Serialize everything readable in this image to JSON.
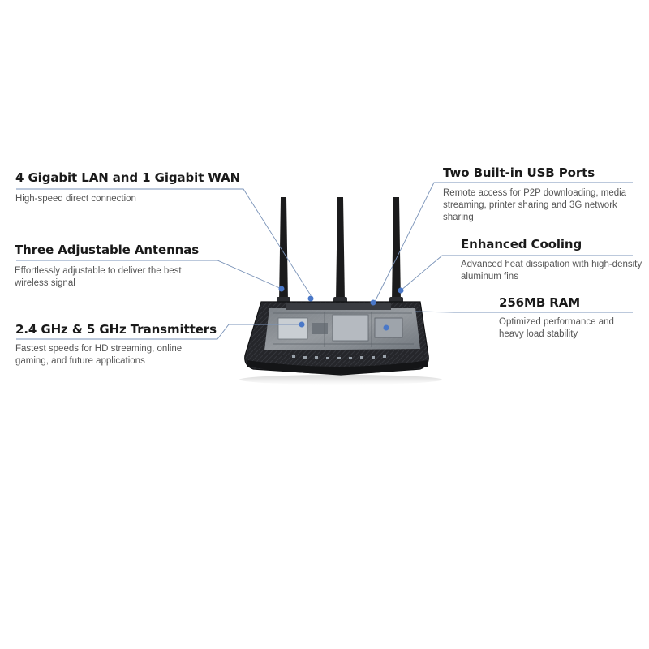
{
  "features": [
    {
      "id": "lan-wan",
      "title": "4 Gigabit LAN and 1 Gigabit WAN",
      "desc": "High-speed direct connection"
    },
    {
      "id": "antennas",
      "title": "Three Adjustable Antennas",
      "desc": "Effortlessly adjustable to deliver the best wireless signal"
    },
    {
      "id": "transmitters",
      "title": "2.4 GHz & 5 GHz Transmitters",
      "desc": "Fastest speeds for HD streaming, online gaming, and future applications"
    },
    {
      "id": "usb",
      "title": "Two Built-in USB Ports",
      "desc": "Remote access for P2P downloading, media streaming, printer sharing and 3G network sharing"
    },
    {
      "id": "cooling",
      "title": "Enhanced Cooling",
      "desc": "Advanced heat dissipation with high-density aluminum fins"
    },
    {
      "id": "ram",
      "title": "256MB RAM",
      "desc": "Optimized performance and heavy load stability"
    }
  ],
  "colors": {
    "callout_line": "#7a93b8",
    "marker_dot": "#4a78c8",
    "router_body": "#1e1f22",
    "antenna": "#1b1b1c"
  }
}
